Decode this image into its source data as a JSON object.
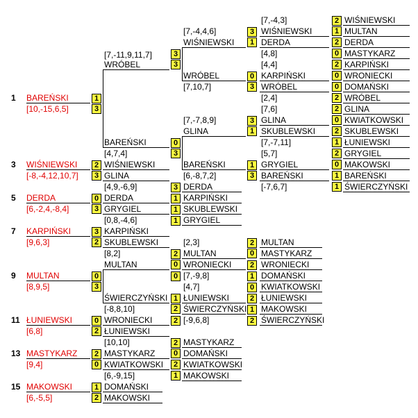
{
  "seed_ranks": [
    "1",
    "3",
    "5",
    "7",
    "9",
    "11",
    "13",
    "15"
  ],
  "seed_names": [
    "BAREŃSKI",
    "WIŚNIEWSKI",
    "DERDA",
    "KARPIŃSKI",
    "MULTAN",
    "ŁUNIEWSKI",
    "MASTYKARZ",
    "MAKOWSKI"
  ],
  "seed_details": [
    "[10,-15,6,5]",
    "[-8,-4,12,10,7]",
    "[6,-2,4,-8,4]",
    "[9,6,3]",
    "[8,9,5]",
    "[6,8]",
    "[9,4]",
    "[6,-5,5]"
  ],
  "colors": {
    "seed_name": "#e00000",
    "score_box": "#ffff40",
    "line": "#000000"
  },
  "lines": {
    "l1": "WRÓBEL",
    "l2": "BAREŃSKI",
    "l3": "WIŚNIEWSKI",
    "l4": "GLINA",
    "l5": "DERDA",
    "l6": "GRYGIEL",
    "l7": "KARPIŃSKI",
    "l8": "SKUBLEWSKI",
    "l9": "MULTAN",
    "l10": "ŚWIERCZYŃSKI",
    "l11": "WRONIECKI",
    "l12": "ŁUNIEWSKI",
    "l13": "MASTYKARZ",
    "l14": "KWIATKOWSKI",
    "l15": "DOMAŃSKI",
    "l16": "MAKOWSKI",
    "m1": "WIŚNIEWSKI",
    "m2": "WRÓBEL",
    "m3": "GLINA",
    "m4": "BAREŃSKI",
    "m5": "DERDA",
    "m6": "KARPIŃSKI",
    "m7": "SKUBLEWSKI",
    "m8": "GRYGIEL",
    "m9": "MULTAN",
    "m10": "WRONIECKI",
    "m11": "ŁUNIEWSKI",
    "m12": "ŚWIERCZYŃSKI",
    "m13": "MASTYKARZ",
    "m14": "DOMAŃSKI",
    "m15": "KWIATKOWSKI",
    "m16": "MAKOWSKI",
    "r1": "WIŚNIEWSKI",
    "r2": "DERDA",
    "r3": "KARPIŃSKI",
    "r4": "WRÓBEL",
    "r5": "GLINA",
    "r6": "SKUBLEWSKI",
    "r7": "GRYGIEL",
    "r8": "BAREŃSKI",
    "r9": "MULTAN",
    "r10": "WRONIECKI",
    "r11": "KWIATKOWSKI",
    "r12": "ŚWIERCZYŃSKI",
    "f1": "WIŚNIEWSKI",
    "f2": "MULTAN",
    "f3": "DERDA",
    "f4": "MASTYKARZ",
    "f5": "KARPIŃSKI",
    "f6": "WRONIECKI",
    "f7": "DOMAŃSKI",
    "f8": "WRÓBEL",
    "f9": "GLINA",
    "f10": "KWIATKOWSKI",
    "f11": "SKUBLEWSKI",
    "f12": "ŁUNIEWSKI",
    "f13": "GRYGIEL",
    "f14": "MAKOWSKI",
    "f15": "BAREŃSKI",
    "f16": "ŚWIERCZYŃSKI",
    "g1": "MULTAN",
    "g2": "MASTYKARZ",
    "g3": "WRONIECKI",
    "g4": "DOMAŃSKI",
    "g5": "KWIATKOWSKI",
    "g6": "ŁUNIEWSKI",
    "g7": "MAKOWSKI",
    "g8": "ŚWIERCZYŃSKI"
  },
  "scores": {
    "a1": "1",
    "a2": "3",
    "a3": "2",
    "a4": "3",
    "a5": "0",
    "a6": "3",
    "a7": "3",
    "a8": "2",
    "a9": "3",
    "a10": "2",
    "a11": "3",
    "a12": "0",
    "a13": "0",
    "a14": "3",
    "a15": "0",
    "a16": "2",
    "a17": "2",
    "a18": "0",
    "a19": "1",
    "a20": "2",
    "b1": "3",
    "b2": "1",
    "b3": "0",
    "b4": "3",
    "b5": "3",
    "b6": "1",
    "b7": "1",
    "b8": "3",
    "c1": "3",
    "c2": "1",
    "c3": "1",
    "c4": "3",
    "d1": "2",
    "d2": "0",
    "d3": "1",
    "d4": "2",
    "e1": "2",
    "e2": "0",
    "e3": "2",
    "e4": "1",
    "h1": "2",
    "h2": "1",
    "h3": "2",
    "h4": "0",
    "h5": "2",
    "h6": "0",
    "h7": "0",
    "h8": "2",
    "h9": "2",
    "h10": "0",
    "h11": "2",
    "h12": "1",
    "h13": "2",
    "h14": "0",
    "h15": "1",
    "h16": "1",
    "k1": "2",
    "k2": "0",
    "k3": "2",
    "k4": "1",
    "k5": "0",
    "k6": "2",
    "k7": "1",
    "k8": "2"
  },
  "details": {
    "d_wrobel": "[7,-11,9,11,7]",
    "d_w1": "[4,7,4]",
    "d_w2": "[4,9,-6,9]",
    "d_w3": "[0,8,-4,6]",
    "d_w4": "[8,2]",
    "d_w5": "[-8,8,10]",
    "d_w6": "[10,10]",
    "d_w7": "[6,-9,15]",
    "d_s1": "[7,-4,4,6]",
    "d_s2": "[7,10,7]",
    "d_s3": "[7,-7,8,9]",
    "d_s4": "[6,-8,7,2]",
    "d_s5": "[2,3]",
    "d_s6": "[7,-9,8]",
    "d_s7": "[4,7]",
    "d_s8": "[-9,6,8]",
    "d_t1": "[7,-4,3]",
    "d_t2": "[4,8]",
    "d_t3": "[4,4]",
    "d_t4": "[2,4]",
    "d_t5": "[7,6]",
    "d_t6": "[7,-7,11]",
    "d_t7": "[5,7]",
    "d_t8": "[-7,6,7]"
  }
}
